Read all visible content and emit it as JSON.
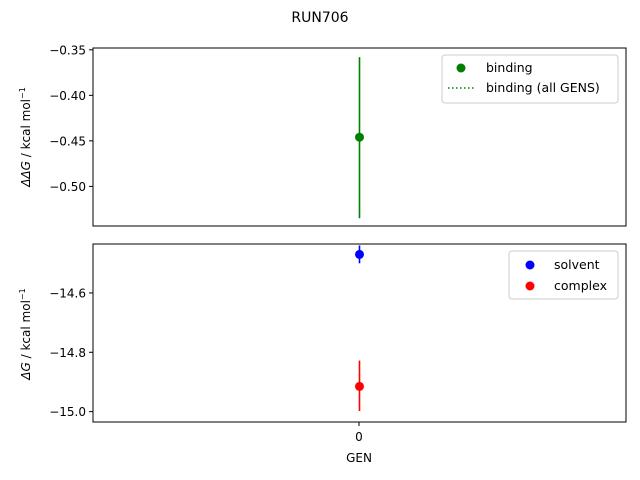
{
  "figure_title": "RUN706",
  "chart_data": [
    {
      "type": "scatter",
      "ylabel_main": "ΔΔG",
      "ylabel_rest": " / kcal mol",
      "ylabel_sup": "−1",
      "x_ticks_shown": false,
      "ylim": [
        -0.5435,
        -0.348
      ],
      "yticks": [
        -0.35,
        -0.4,
        -0.45,
        -0.5
      ],
      "ytick_labels": [
        "−0.35",
        "−0.40",
        "−0.45",
        "−0.50"
      ],
      "x": [
        0
      ],
      "xlim": [
        -1,
        1
      ],
      "series": [
        {
          "name": "binding",
          "color": "#008000",
          "marker": "circle",
          "points": [
            {
              "x": 0,
              "y": -0.446,
              "err_low": -0.535,
              "err_high": -0.358
            }
          ]
        },
        {
          "name": "binding (all GENS)",
          "color": "#008000",
          "style": "dotted-line",
          "points": []
        }
      ],
      "legend": {
        "placement": "upper right",
        "entries": [
          "binding",
          "binding (all GENS)"
        ]
      }
    },
    {
      "type": "scatter",
      "ylabel_main": "ΔG",
      "ylabel_rest": " / kcal mol",
      "ylabel_sup": "−1",
      "xlabel": "GEN",
      "ylim": [
        -15.035,
        -14.435
      ],
      "yticks": [
        -14.6,
        -14.8,
        -15.0
      ],
      "ytick_labels": [
        "−14.6",
        "−14.8",
        "−15.0"
      ],
      "x": [
        0
      ],
      "xticks": [
        "0"
      ],
      "xlim": [
        -1,
        1
      ],
      "series": [
        {
          "name": "solvent",
          "color": "#0000ff",
          "marker": "circle",
          "points": [
            {
              "x": 0,
              "y": -14.47,
              "err_low": -14.5,
              "err_high": -14.44
            }
          ]
        },
        {
          "name": "complex",
          "color": "#ff0000",
          "marker": "circle",
          "points": [
            {
              "x": 0,
              "y": -14.915,
              "err_low": -14.998,
              "err_high": -14.828
            }
          ]
        }
      ],
      "legend": {
        "placement": "upper right",
        "entries": [
          "solvent",
          "complex"
        ]
      }
    }
  ]
}
